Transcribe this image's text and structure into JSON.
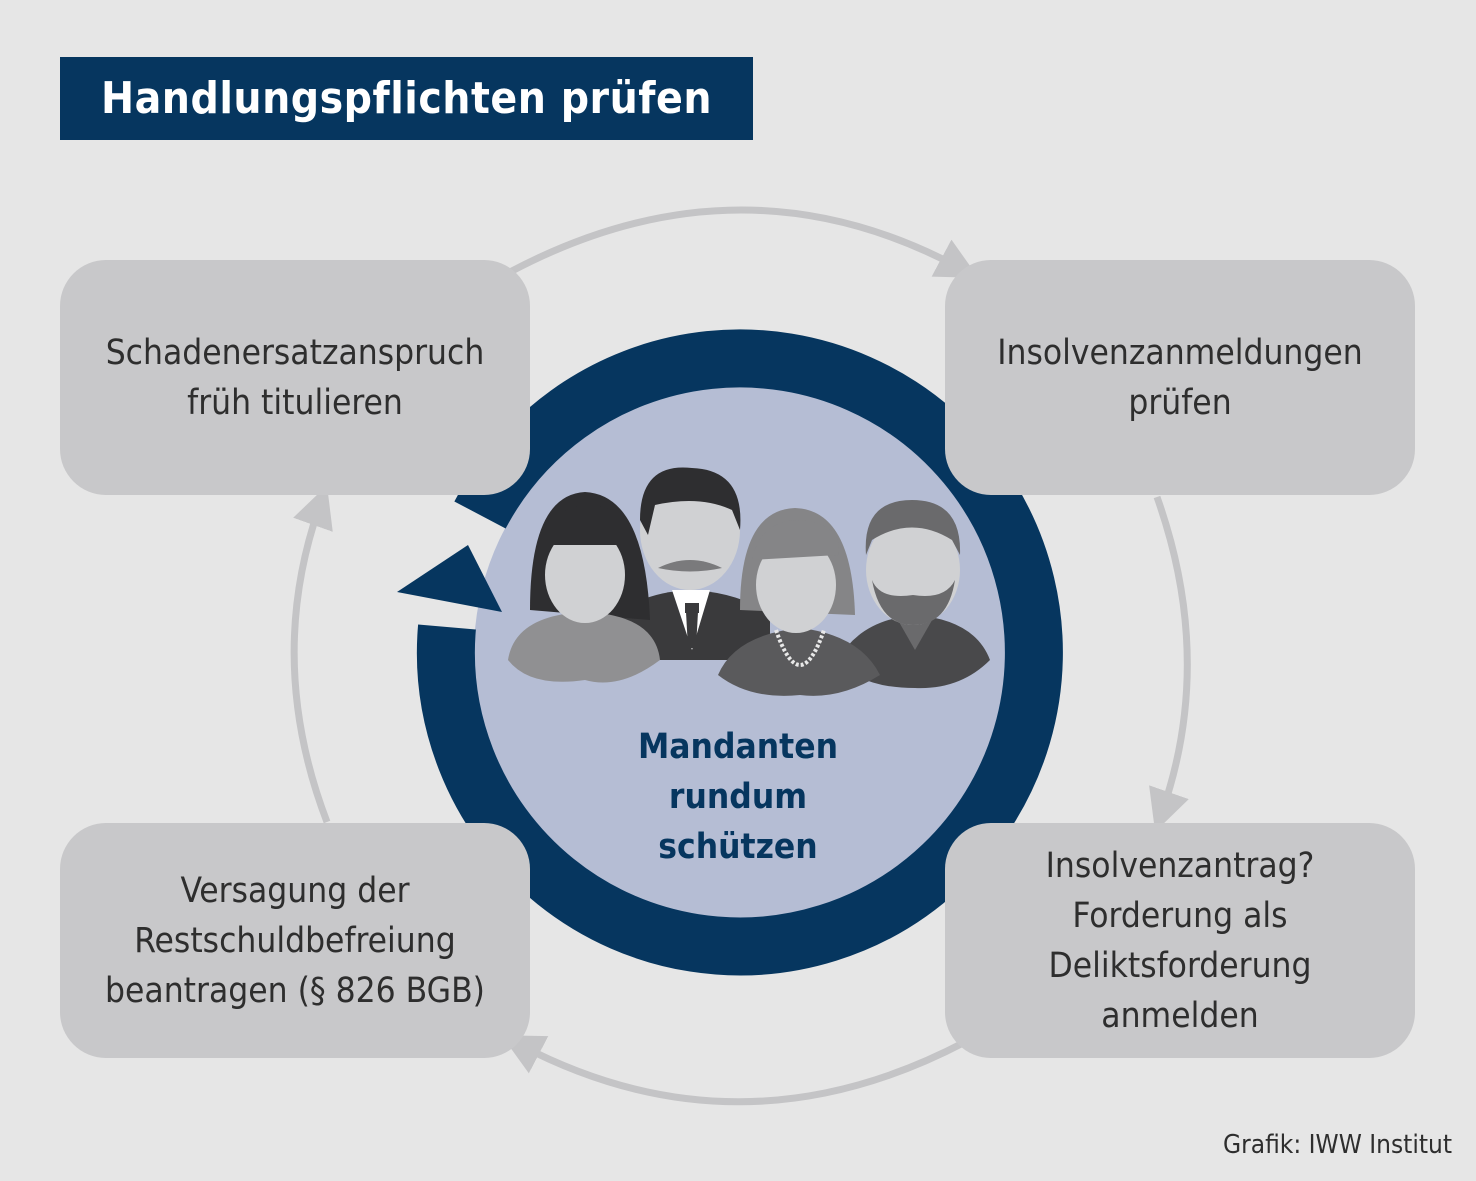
{
  "title": "Handlungspflichten prüfen",
  "steps": [
    {
      "text": "Schadenersatzanspruch\nfrüh titulieren"
    },
    {
      "text": "Insolvenzanmeldungen\nprüfen"
    },
    {
      "text": "Insolvenzantrag?\nForderung als\nDeliktsforderung\nanmelden"
    },
    {
      "text": "Versagung der\nRestschuldbefreiung\nbeantragen (§ 826 BGB)"
    }
  ],
  "center": {
    "text": "Mandanten\nrundum\nschützen"
  },
  "credit": "Grafik: IWW Institut",
  "colors": {
    "navy": "#06365f",
    "box": "#c8c8ca",
    "inner": "#b5bdd4",
    "arrow": "#c4c4c6",
    "background": "#e6e6e6"
  }
}
